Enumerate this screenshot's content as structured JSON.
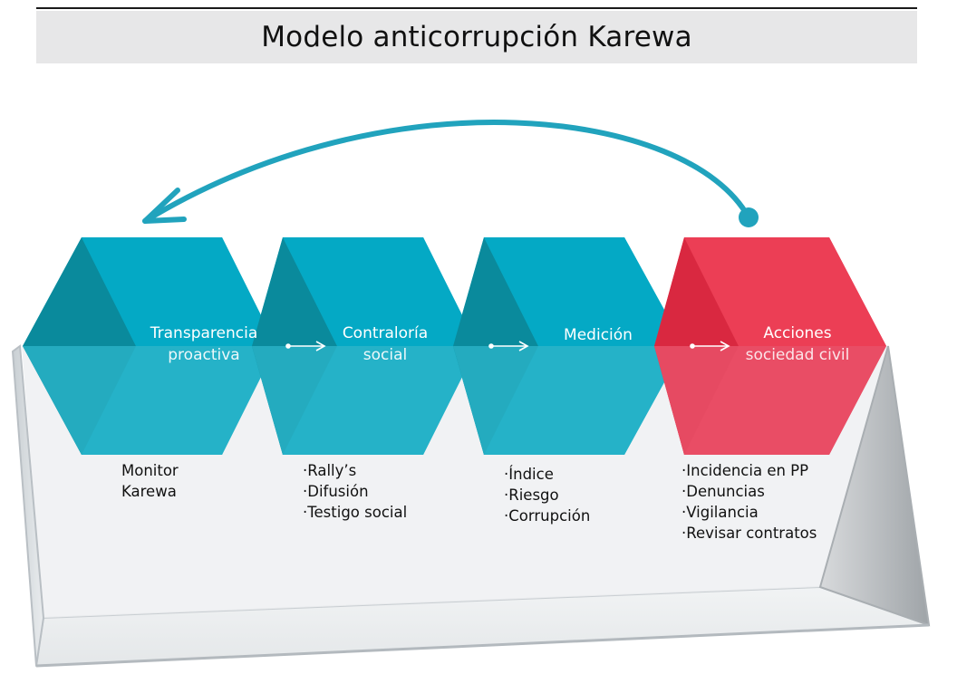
{
  "title": "Modelo anticorrupción Karewa",
  "stages": [
    {
      "line1": "Transparencia",
      "line2": "proactiva",
      "items": [
        "Monitor",
        "Karewa"
      ]
    },
    {
      "line1": "Contraloría",
      "line2": "social",
      "items": [
        "·Rally’s",
        "·Difusión",
        "·Testigo social"
      ]
    },
    {
      "line1": "Medición",
      "line2": "",
      "items": [
        "·Índice",
        "·Riesgo",
        "·Corrupción"
      ]
    },
    {
      "line1": "Acciones",
      "line2": "sociedad civil",
      "items": [
        "·Incidencia en PP",
        "·Denuncias",
        "·Vigilancia",
        "·Revisar contratos"
      ]
    }
  ],
  "colors": {
    "teal": "#00a6bf",
    "teal_dark": "#0a8496",
    "red": "#e8324a",
    "red_dark": "#c4233a",
    "arrow": "#21a3bd"
  },
  "icons": {
    "feedback_arrow": "curved-arrow-icon",
    "flow_arrow": "right-arrow-icon"
  }
}
